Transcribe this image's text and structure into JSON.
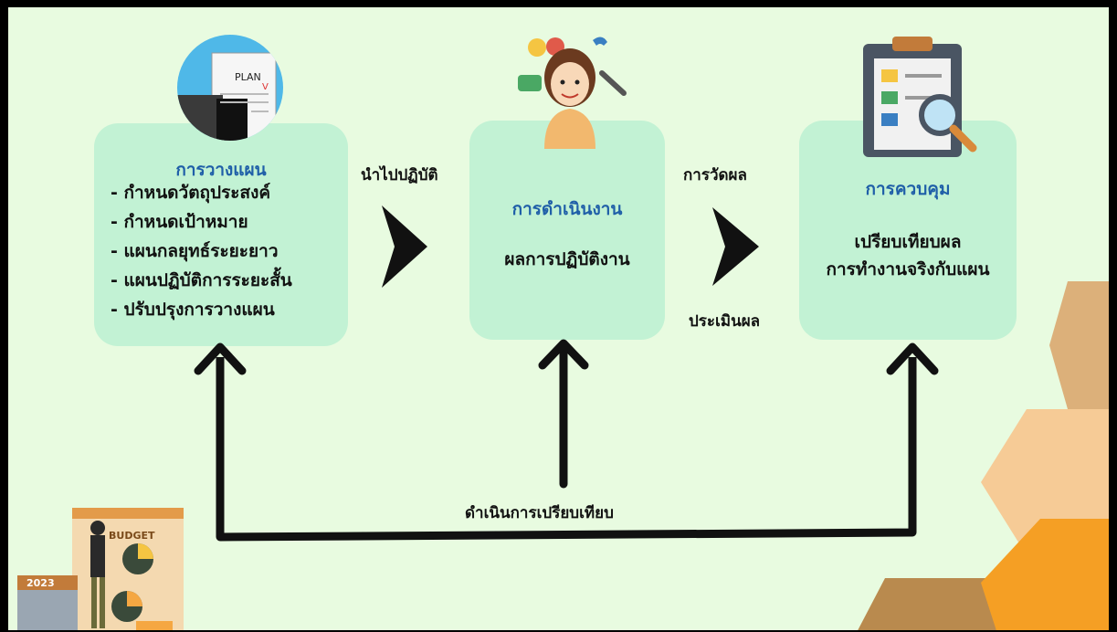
{
  "stages": {
    "planning": {
      "title": "การวางแผน",
      "items": [
        "- กำหนดวัตถุประสงค์",
        "- กำหนดเป้าหมาย",
        "- แผนกลยุทธ์ระยะยาว",
        "- แผนปฏิบัติการระยะสั้น",
        "- ปรับปรุงการวางแผน"
      ]
    },
    "operation": {
      "title": "การดำเนินงาน",
      "text": "ผลการปฏิบัติงาน"
    },
    "control": {
      "title": "การควบคุม",
      "text_line1": "เปรียบเทียบผล",
      "text_line2": "การทำงานจริงกับแผน"
    }
  },
  "connectors": {
    "to_operation": "นำไปปฏิบัติ",
    "measure": "การวัดผล",
    "evaluate": "ประเมินผล",
    "feedback": "ดำเนินการเปรียบเทียบ"
  },
  "illustrations": {
    "plan_sign": "PLAN",
    "plan_mark": "V",
    "budget_label": "BUDGET",
    "calendar_year": "2023"
  },
  "colors": {
    "background": "#e8fbe0",
    "box_fill": "#c2f2d4",
    "title_blue": "#1f5fa8",
    "hex_tan": "#dcb07a",
    "hex_peach": "#f6cb96",
    "hex_brown": "#b98a4e",
    "hex_orange": "#f59f24"
  }
}
